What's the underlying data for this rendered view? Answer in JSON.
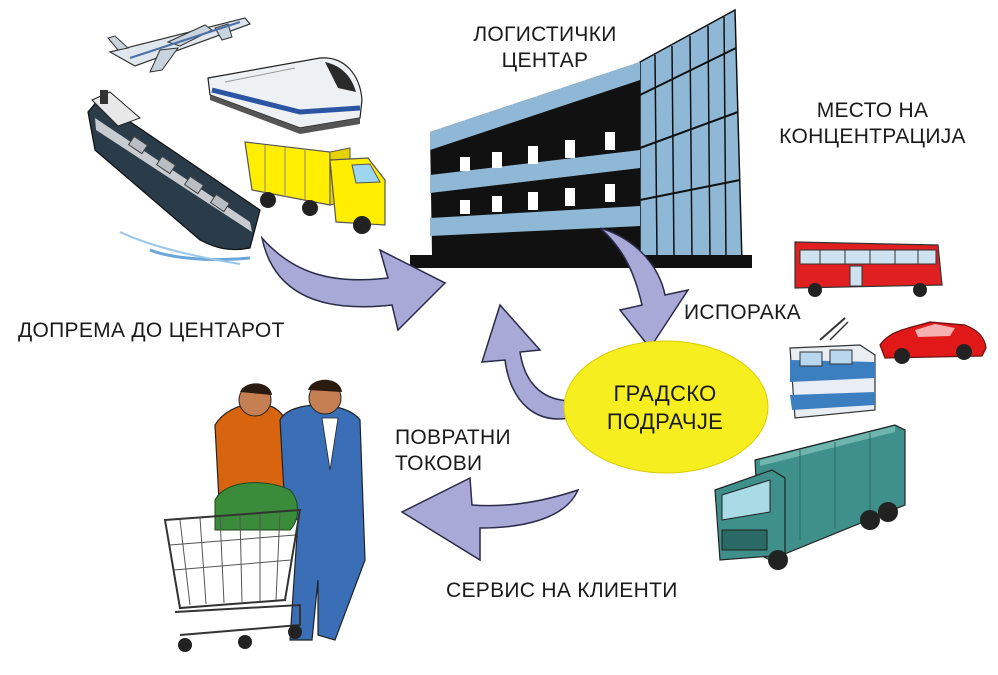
{
  "labels": {
    "logistics_center": [
      "ЛОГИСТИЧКИ",
      "ЦЕНТАР"
    ],
    "concentration_place": [
      "МЕСТО НА",
      "КОНЦЕНТРАЦИЈА"
    ],
    "delivery_to_center": "ДОПРЕМА ДО ЦЕНТАРОТ",
    "delivery": "ИСПОРАКА",
    "city_area": [
      "ГРАДСКО",
      "ПОДРАЧЈЕ"
    ],
    "return_flows": [
      "ПОВРАТНИ",
      "ТОКОВИ"
    ],
    "customer_service": "СЕРВИС НА КЛИЕНТИ"
  },
  "icons": [
    "airplane-icon",
    "train-icon",
    "ship-icon",
    "truck-icon",
    "building-icon",
    "bus-icon",
    "car-icon",
    "tram-icon",
    "lorry-icon",
    "shoppers-icon"
  ],
  "colors": {
    "arrow": "#a9a9d8",
    "city_ellipse": "#f6ee1e",
    "building": "#8fb8d6",
    "truck_yellow": "#ffee00",
    "bus_red": "#e02020",
    "car_red": "#e01818",
    "lorry_teal": "#3f8f8a"
  }
}
